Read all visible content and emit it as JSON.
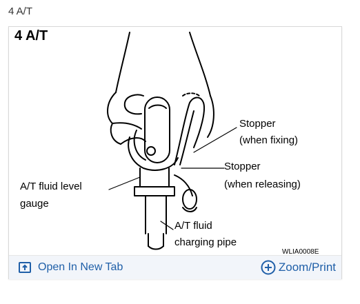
{
  "page_heading": "4 A/T",
  "figure": {
    "title": "4 A/T",
    "labels": {
      "stopper_fixing_1": "Stopper",
      "stopper_fixing_2": "(when fixing)",
      "stopper_releasing_1": "Stopper",
      "stopper_releasing_2": "(when releasing)",
      "gauge_1": "A/T fluid level",
      "gauge_2": "gauge",
      "pipe_1": "A/T fluid",
      "pipe_2": "charging pipe"
    },
    "code": "WLIA0008E"
  },
  "footer": {
    "open_label": "Open In New Tab",
    "zoom_label": "Zoom/Print",
    "accent_color": "#1f5fa8"
  }
}
